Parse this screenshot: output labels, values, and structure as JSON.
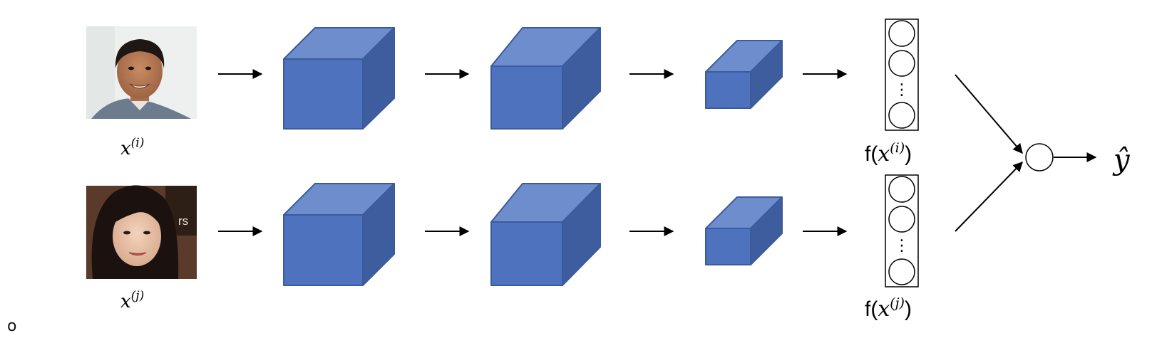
{
  "diagram": {
    "inputs": [
      {
        "var": "x",
        "sup": "(i)"
      },
      {
        "var": "x",
        "sup": "(j)"
      }
    ],
    "encodings": [
      {
        "prefix": "f(",
        "var": "x",
        "sup": "(i)",
        "suffix": ")"
      },
      {
        "prefix": "f(",
        "var": "x",
        "sup": "(j)",
        "suffix": ")"
      }
    ],
    "output": {
      "symbol": "ŷ"
    },
    "dots": "⋮",
    "colors": {
      "cube_front": "#4e72be",
      "cube_top": "#6e8dcc",
      "cube_side": "#3d5d9e",
      "cube_edge": "#3b5b9a",
      "line": "#000000"
    },
    "icons": {
      "person_top": "man-face-photo",
      "person_bottom": "woman-face-photo"
    }
  },
  "stray": "o"
}
